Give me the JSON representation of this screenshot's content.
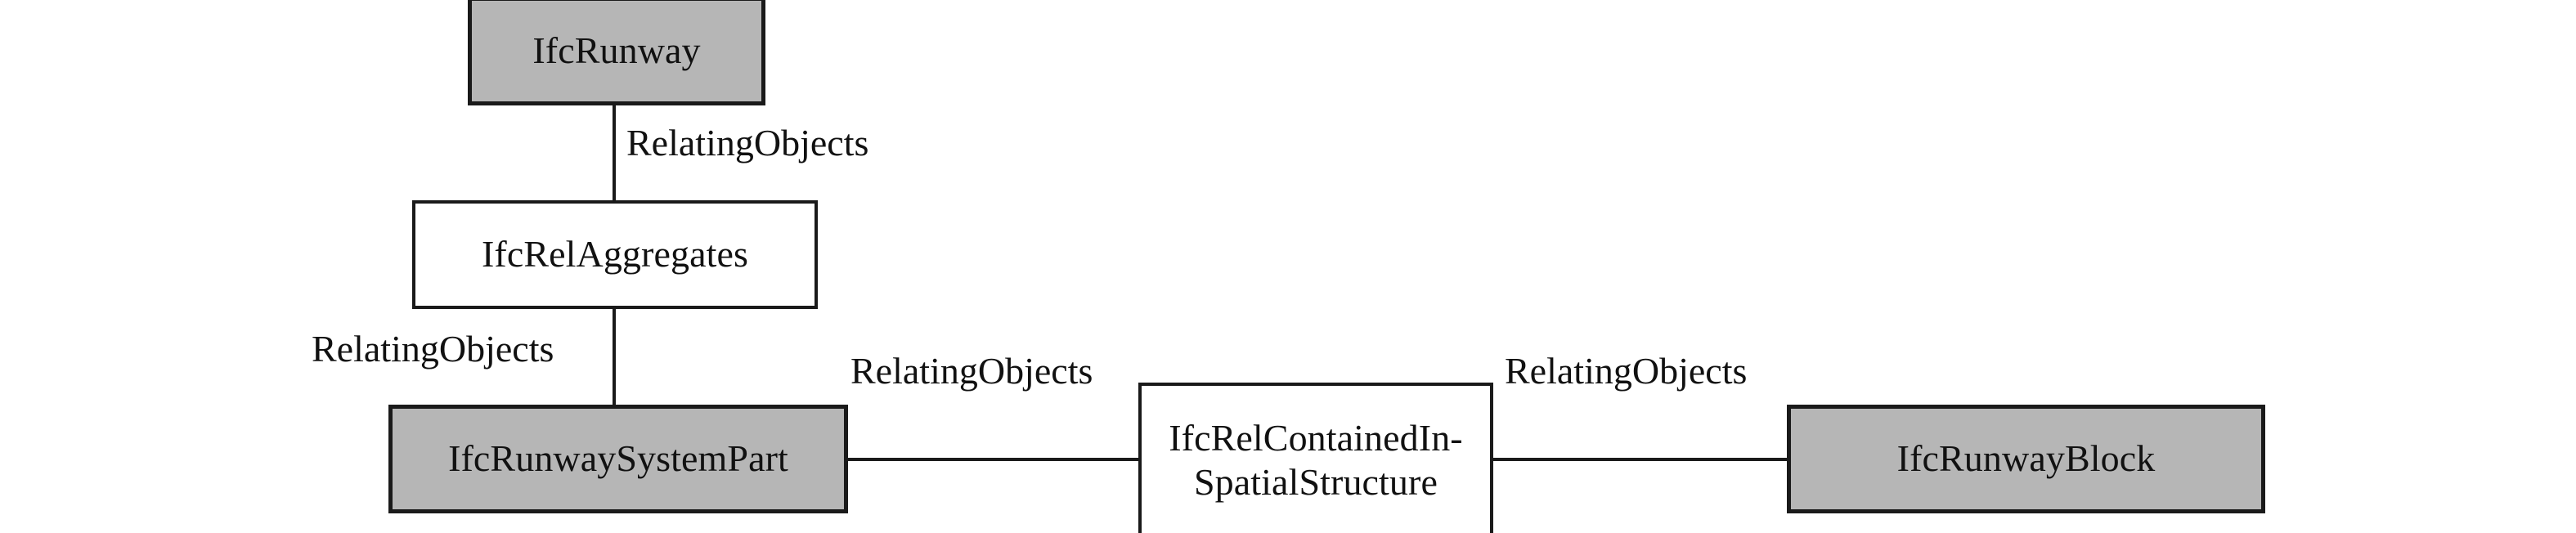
{
  "diagram": {
    "type": "entity-relationship",
    "background_color": "#ffffff",
    "entity_fill_color": "#b6b6b6",
    "relationship_fill_color": "#ffffff",
    "stroke_color": "#1a1a1a",
    "nodes": [
      {
        "id": "ifc-runway",
        "label": "IfcRunway",
        "kind": "entity"
      },
      {
        "id": "ifc-rel-aggregates",
        "label": "IfcRelAggregates",
        "kind": "relationship"
      },
      {
        "id": "ifc-runway-system-part",
        "label": "IfcRunwaySystemPart",
        "kind": "entity"
      },
      {
        "id": "ifc-rel-contained-in-spatial-structure",
        "label": "IfcRelContainedIn-\nSpatialStructure",
        "kind": "relationship"
      },
      {
        "id": "ifc-runway-block",
        "label": "IfcRunwayBlock",
        "kind": "entity"
      }
    ],
    "edge_labels": [
      {
        "id": "edge-label-1",
        "text": "RelatingObjects"
      },
      {
        "id": "edge-label-2",
        "text": "RelatingObjects"
      },
      {
        "id": "edge-label-3",
        "text": "RelatingObjects"
      },
      {
        "id": "edge-label-4",
        "text": "RelatingObjects"
      }
    ]
  }
}
